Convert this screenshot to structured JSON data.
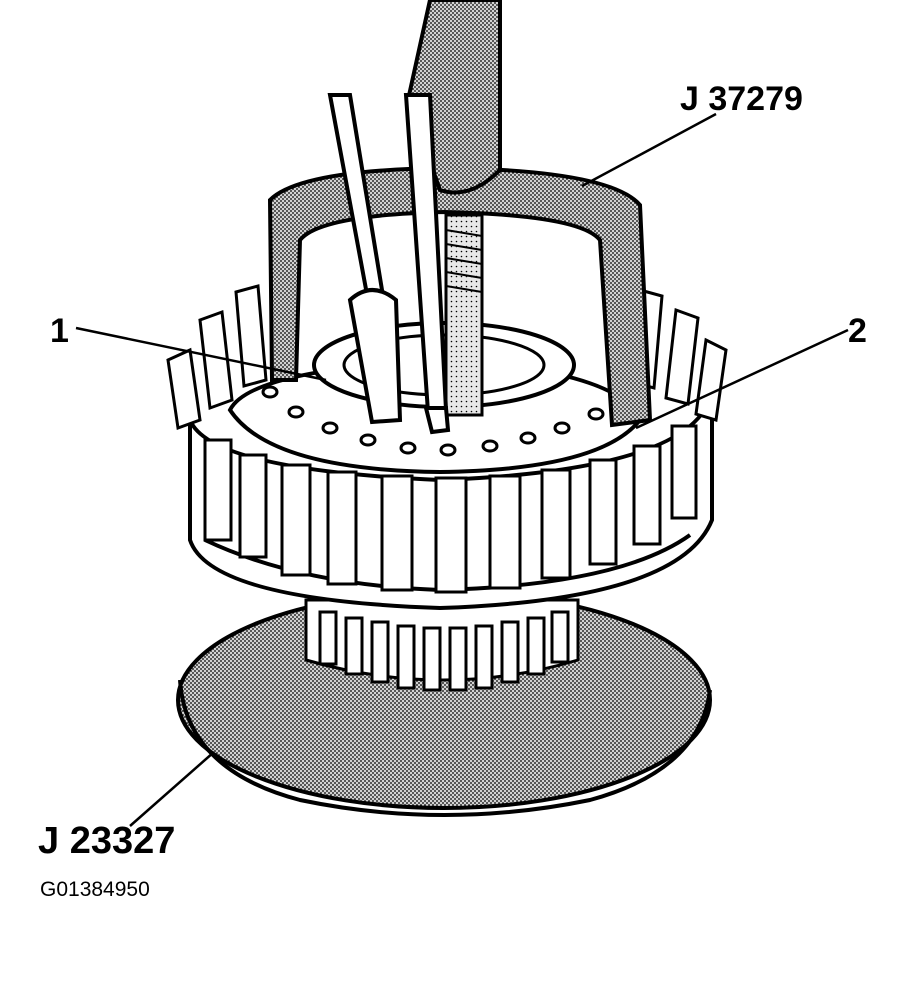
{
  "callouts": {
    "tool_top": "J 37279",
    "item_1": "1",
    "item_2": "2",
    "tool_base": "J 23327"
  },
  "figure_id": "G01384950",
  "colors": {
    "ink": "#000000",
    "paper": "#ffffff",
    "halftone": "#8a8a8a"
  }
}
